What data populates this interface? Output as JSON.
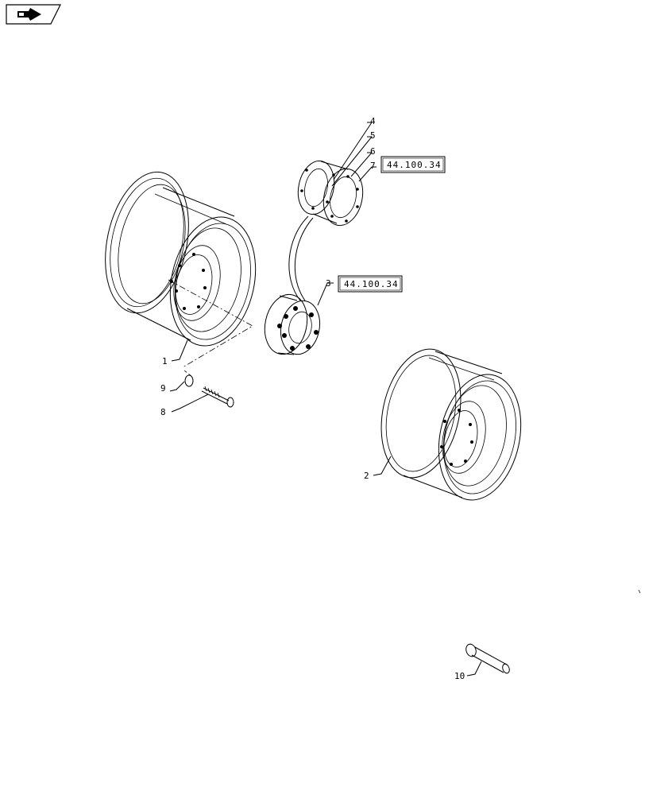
{
  "nav_icon": "page-turn-arrow-icon",
  "callouts": [
    {
      "id": "1",
      "text": "1"
    },
    {
      "id": "2",
      "text": "2"
    },
    {
      "id": "3",
      "text": "3"
    },
    {
      "id": "4",
      "text": "4"
    },
    {
      "id": "5",
      "text": "5"
    },
    {
      "id": "6",
      "text": "6"
    },
    {
      "id": "7",
      "text": "7"
    },
    {
      "id": "8",
      "text": "8"
    },
    {
      "id": "9",
      "text": "9"
    },
    {
      "id": "10",
      "text": "10"
    }
  ],
  "references": [
    {
      "text": "44.100.34"
    },
    {
      "text": "44.100.34"
    }
  ]
}
